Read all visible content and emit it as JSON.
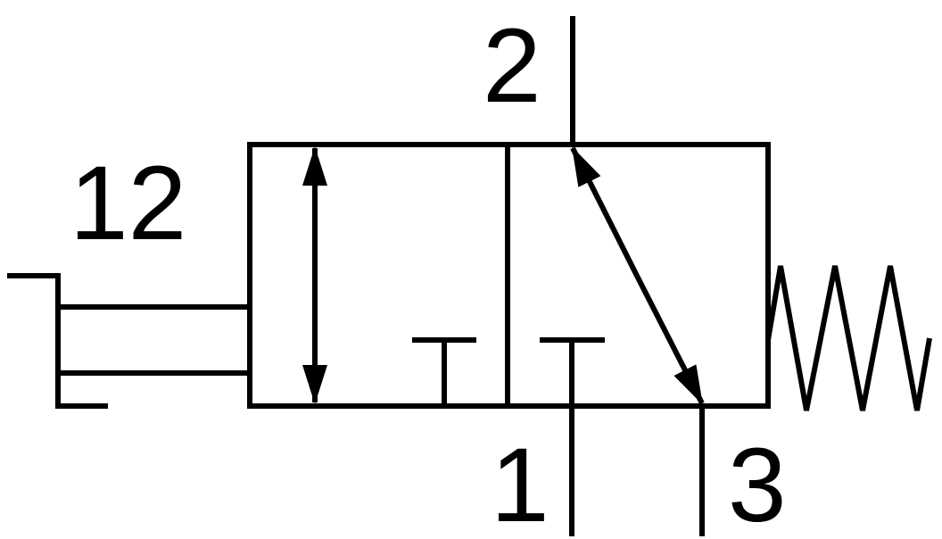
{
  "ports": {
    "control": "12",
    "outlet": "2",
    "supply": "1",
    "exhaust": "3"
  },
  "colors": {
    "line": "#000000",
    "background": "#ffffff"
  }
}
